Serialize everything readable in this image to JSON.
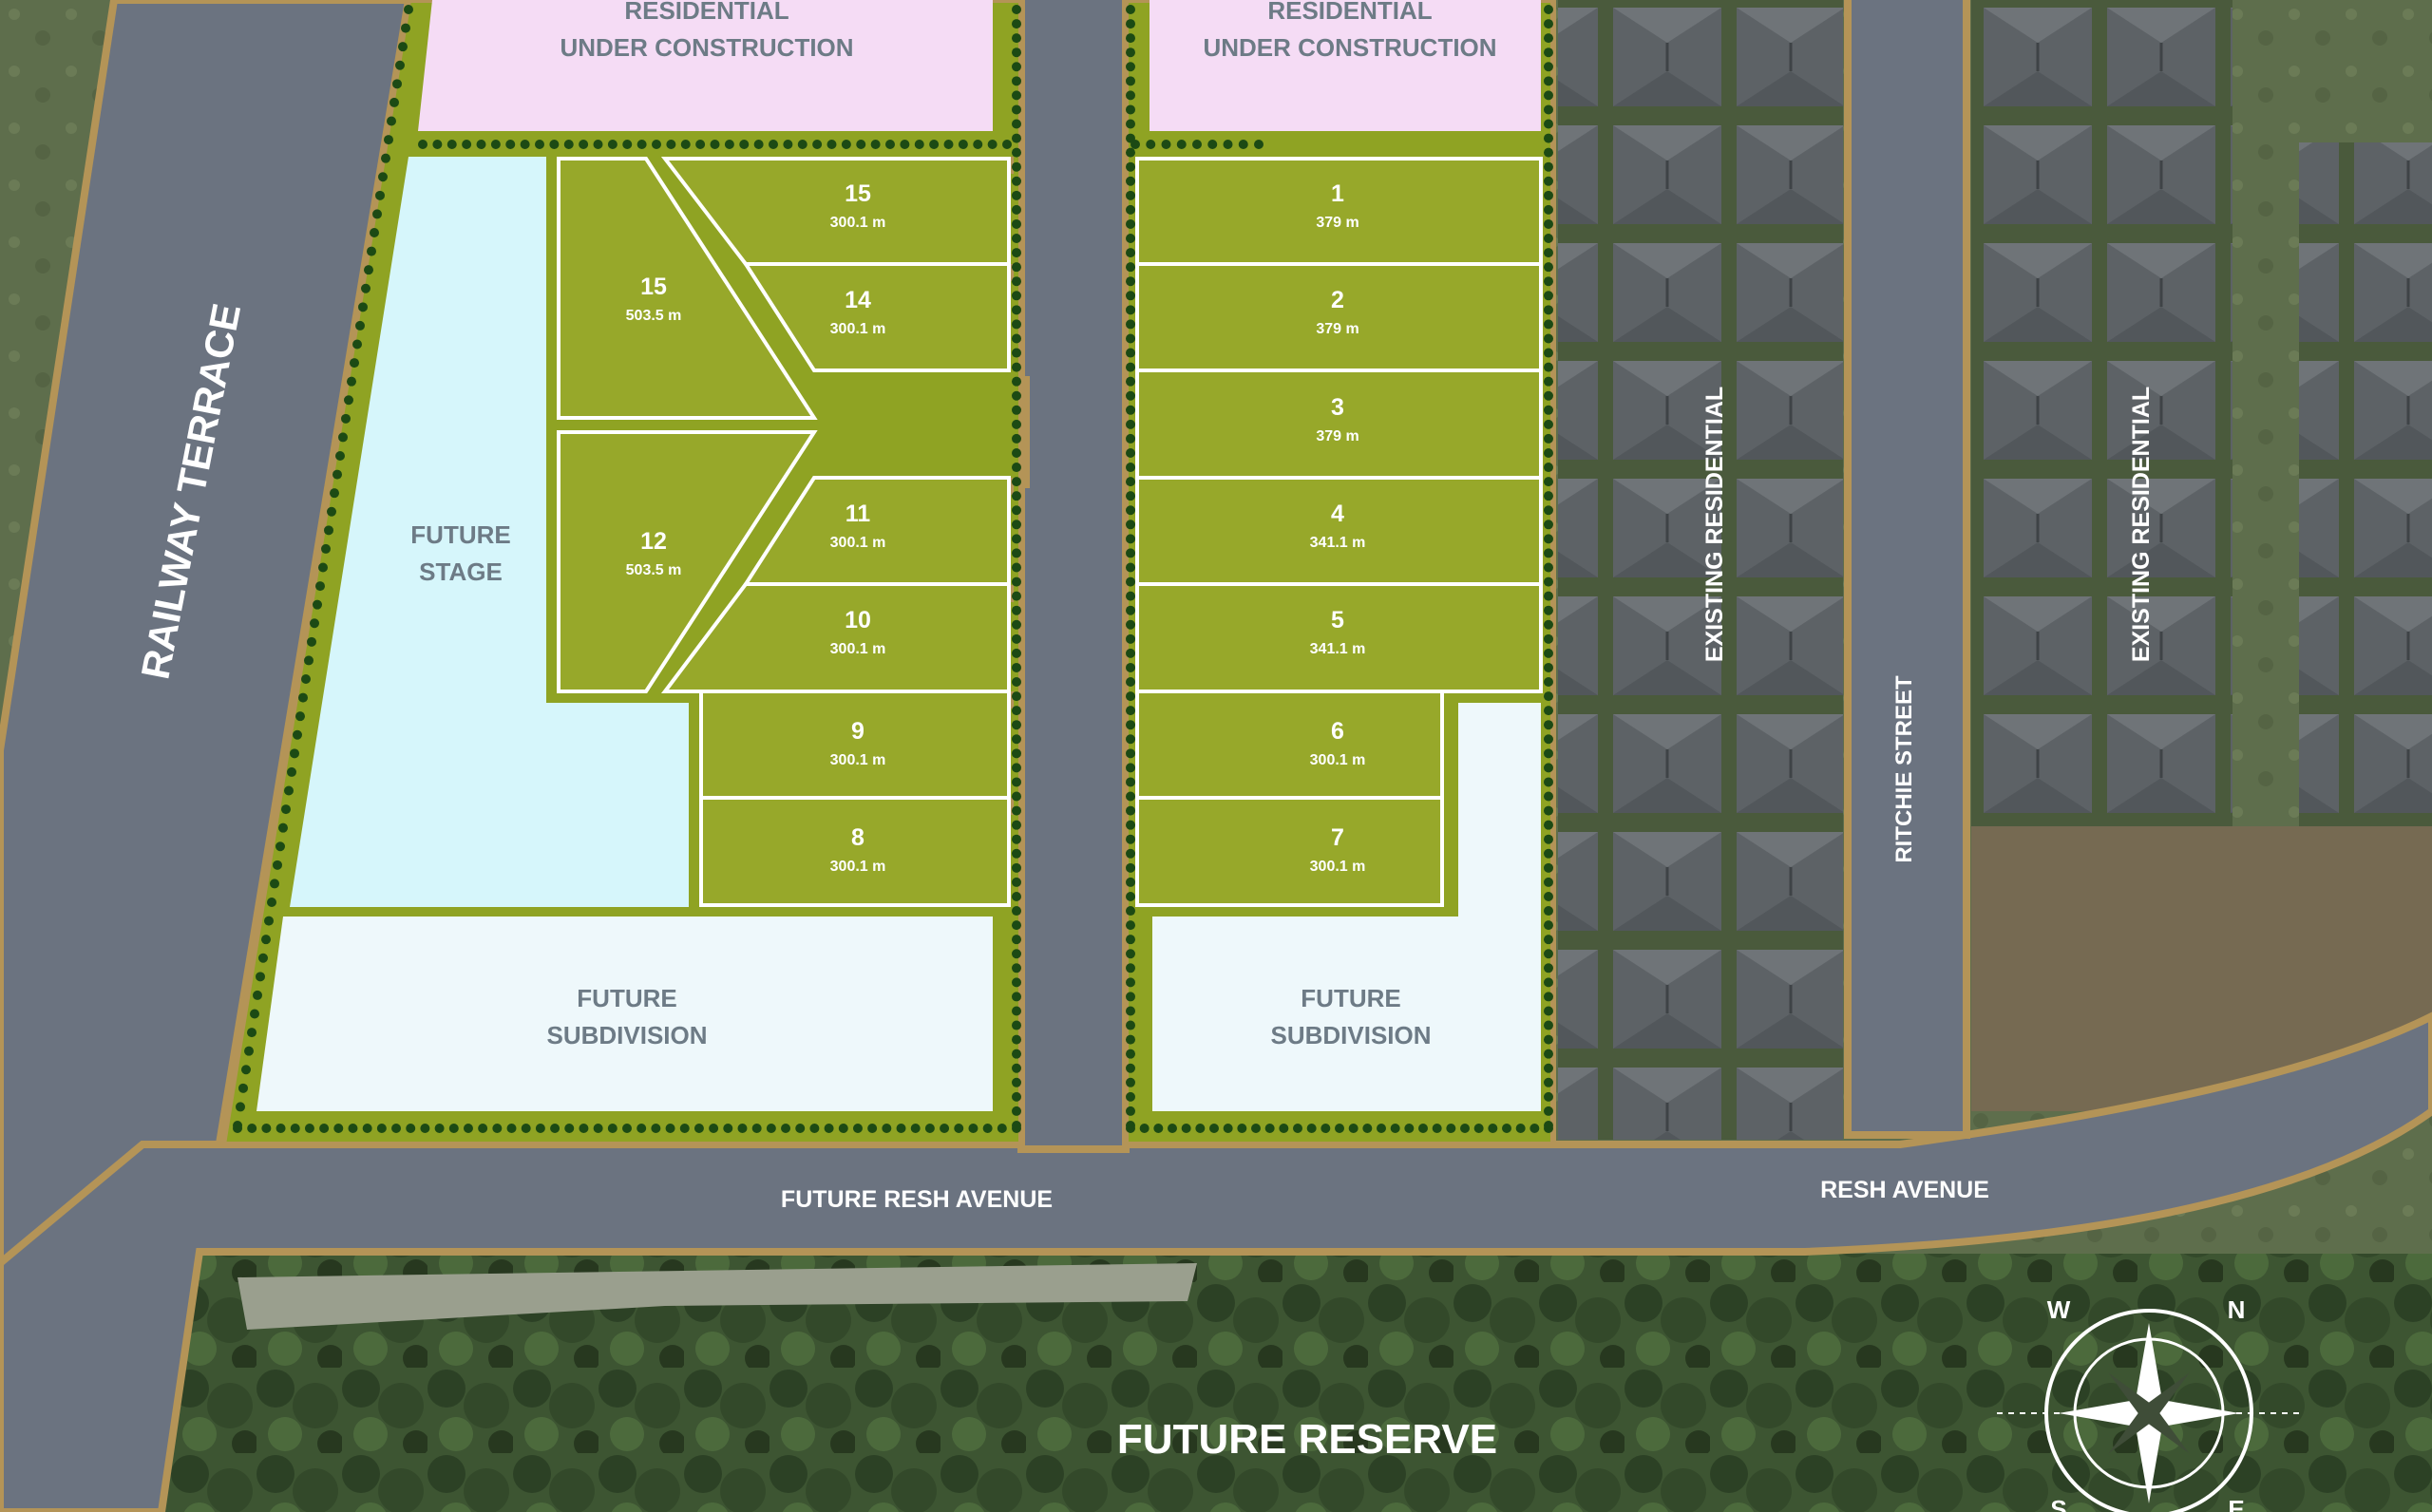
{
  "colors": {
    "road": "#6b7380",
    "road_edge": "#b49457",
    "lot_fill": "#97a82a",
    "lot_border": "#ffffff",
    "construction": "#f5dcf5",
    "future_stage": "#d6f6fb",
    "future_subdivision": "#eef8fb",
    "grass_strip": "#8fa323",
    "hedge_dot": "#1c4a14",
    "driveway": "#6e737c"
  },
  "labels": {
    "construction_left": [
      "RESIDENTIAL",
      "UNDER CONSTRUCTION"
    ],
    "construction_right": [
      "RESIDENTIAL",
      "UNDER CONSTRUCTION"
    ],
    "future_stage": [
      "FUTURE",
      "STAGE"
    ],
    "future_subdivision_left": [
      "FUTURE",
      "SUBDIVISION"
    ],
    "future_subdivision_right": [
      "FUTURE",
      "SUBDIVISION"
    ],
    "railway_terrace": "RAILWAY TERRACE",
    "future_resh_avenue": "FUTURE RESH AVENUE",
    "resh_avenue": "RESH AVENUE",
    "ritchie_street": "RITCHIE STREET",
    "existing_residential_1": "EXISTING RESIDENTIAL",
    "existing_residential_2": "EXISTING RESIDENTIAL",
    "future_reserve": "FUTURE RESERVE"
  },
  "lots": [
    {
      "id": "lot-1",
      "number": "1",
      "area": "379 m"
    },
    {
      "id": "lot-2",
      "number": "2",
      "area": "379 m"
    },
    {
      "id": "lot-3",
      "number": "3",
      "area": "379 m"
    },
    {
      "id": "lot-4",
      "number": "4",
      "area": "341.1 m"
    },
    {
      "id": "lot-5",
      "number": "5",
      "area": "341.1 m"
    },
    {
      "id": "lot-6",
      "number": "6",
      "area": "300.1 m"
    },
    {
      "id": "lot-7",
      "number": "7",
      "area": "300.1 m"
    },
    {
      "id": "lot-8",
      "number": "8",
      "area": "300.1 m"
    },
    {
      "id": "lot-9",
      "number": "9",
      "area": "300.1 m"
    },
    {
      "id": "lot-10",
      "number": "10",
      "area": "300.1 m"
    },
    {
      "id": "lot-11",
      "number": "11",
      "area": "300.1 m"
    },
    {
      "id": "lot-12",
      "number": "12",
      "area": "503.5 m"
    },
    {
      "id": "lot-14",
      "number": "14",
      "area": "300.1 m"
    },
    {
      "id": "lot-15a",
      "number": "15",
      "area": "300.1 m"
    },
    {
      "id": "lot-15b",
      "number": "15",
      "area": "503.5 m"
    }
  ],
  "compass": {
    "letters": [
      "W",
      "N",
      "S",
      "E"
    ]
  }
}
